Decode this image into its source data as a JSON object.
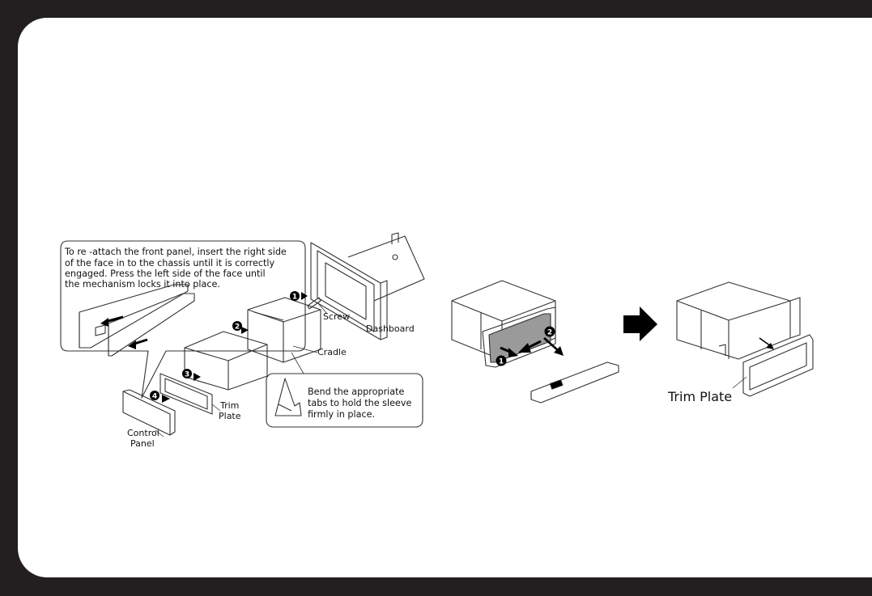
{
  "left_diagram": {
    "callout_reattach": [
      "To re -attach the front panel, insert the right side",
      "of the face in to the chassis until it is correctly",
      "engaged. Press the left side of the face until",
      "the mechanism locks it into place."
    ],
    "callout_tabs": [
      "Bend the appropriate",
      "tabs to hold the sleeve",
      "firmly in place."
    ],
    "labels": {
      "screw": "Screw",
      "dashboard": "Dashboard",
      "cradle": "Cradle",
      "trim_plate_1": "Trim",
      "trim_plate_2": "Plate",
      "control_panel_1": "Control",
      "control_panel_2": "Panel"
    },
    "steps": [
      "1",
      "2",
      "3",
      "4"
    ]
  },
  "right_diagram": {
    "steps": [
      "1",
      "2"
    ],
    "trim_plate_label": "Trim Plate"
  },
  "colors": {
    "frame": "#231f20",
    "page": "#ffffff",
    "line": "#333333",
    "panel_fill": "#9a9a9a"
  }
}
